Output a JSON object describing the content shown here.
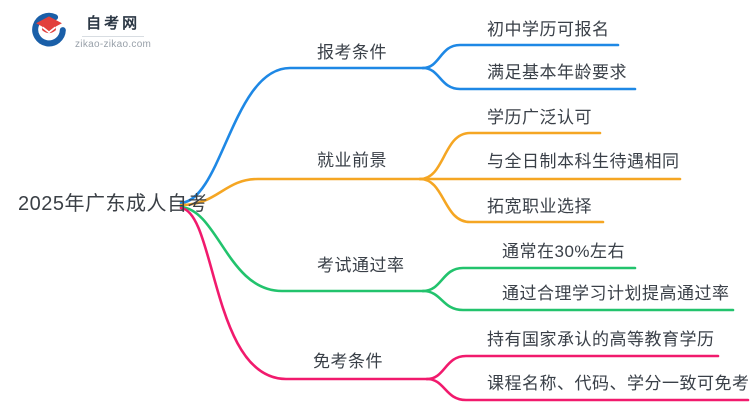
{
  "logo": {
    "title": "自考网",
    "url": "zikao-zikao.com"
  },
  "root": {
    "label": "2025年广东成人自考"
  },
  "colors": {
    "blue": "#1E88E5",
    "orange": "#F5A623",
    "green": "#22C36D",
    "pink": "#F11A6D",
    "text": "#3A4048",
    "logo_blue": "#1A5FA8",
    "logo_red": "#E2403C"
  },
  "branches": [
    {
      "label": "报考条件",
      "children": [
        "初中学历可报名",
        "满足基本年龄要求"
      ]
    },
    {
      "label": "就业前景",
      "children": [
        "学历广泛认可",
        "与全日制本科生待遇相同",
        "拓宽职业选择"
      ]
    },
    {
      "label": "考试通过率",
      "children": [
        "通常在30%左右",
        "通过合理学习计划提高通过率"
      ]
    },
    {
      "label": "免考条件",
      "children": [
        "持有国家承认的高等教育学历",
        "课程名称、代码、学分一致可免考"
      ]
    }
  ]
}
